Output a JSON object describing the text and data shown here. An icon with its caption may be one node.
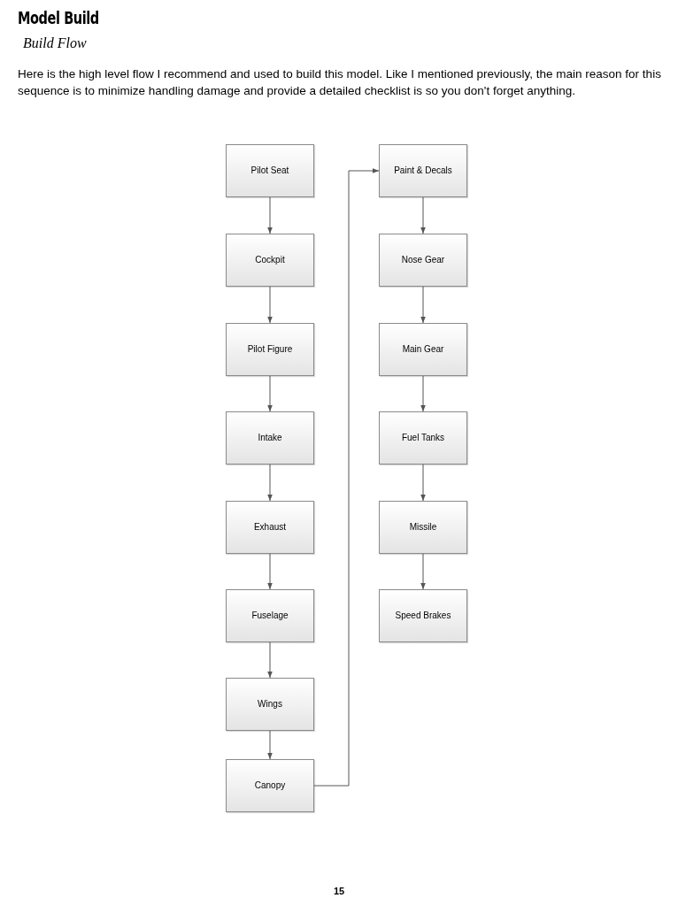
{
  "diagram": {
    "title": "Model Build",
    "nodes": [
      {
        "text": [
          "Pilot Seat"
        ]
      },
      {
        "text": [
          "Cockpit"
        ]
      },
      {
        "text": [
          "Pilot Figure"
        ]
      },
      {
        "text": [
          "Intake"
        ]
      },
      {
        "text": [
          "Exhaust"
        ]
      },
      {
        "text": [
          "Fuselage"
        ]
      },
      {
        "text": [
          "Wings"
        ]
      },
      {
        "text": [
          "Canopy"
        ]
      },
      {
        "text": [
          "Paint & Decals"
        ]
      },
      {
        "text": [
          "Nose Gear"
        ]
      },
      {
        "text": [
          "Main Gear"
        ]
      },
      {
        "text": [
          "Fuel Tanks"
        ]
      },
      {
        "text": [
          "Missile"
        ]
      },
      {
        "text": [
          "Speed Brakes"
        ]
      }
    ],
    "edges": [
      {
        "from": 0,
        "to": 1,
        "arrow": "to"
      },
      {
        "from": 1,
        "to": 2,
        "arrow": "to"
      },
      {
        "from": 2,
        "to": 3,
        "arrow": "to"
      },
      {
        "from": 3,
        "to": 4,
        "arrow": "to"
      },
      {
        "from": 4,
        "to": 5,
        "arrow": "to"
      },
      {
        "from": 5,
        "to": 6,
        "arrow": "to"
      },
      {
        "from": 6,
        "to": 7,
        "arrow": "to"
      },
      {
        "from": 7,
        "to": 8,
        "arrow": "to"
      },
      {
        "from": 8,
        "to": 9,
        "arrow": "to"
      },
      {
        "from": 9,
        "to": 10,
        "arrow": "to"
      },
      {
        "from": 10,
        "to": 11,
        "arrow": "to"
      },
      {
        "from": 11,
        "to": 12,
        "arrow": "to"
      },
      {
        "from": 12,
        "to": 13,
        "arrow": "to"
      }
    ],
    "labels": [
      "Build Flow",
      "Here is the high level flow I recommend and used to build this model. Like I mentioned previously, the main reason for this sequence is to minimize handling damage and provide a detailed checklist is so you don't forget anything.",
      "15"
    ]
  }
}
